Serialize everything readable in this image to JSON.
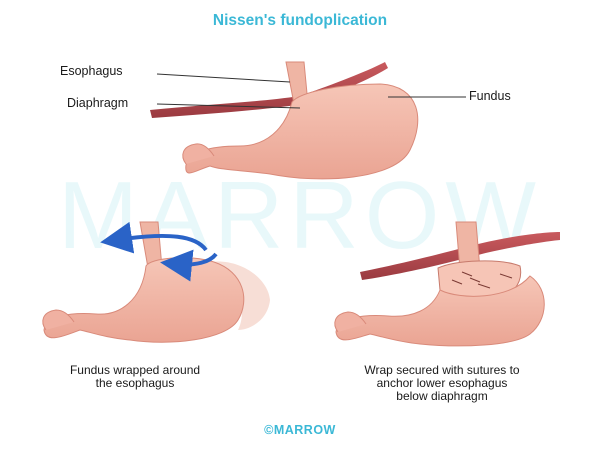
{
  "title": "Nissen's fundoplication",
  "watermark": "MARROW",
  "labels": {
    "esophagus": "Esophagus",
    "diaphragm": "Diaphragm",
    "fundus": "Fundus"
  },
  "captions": {
    "left_line1": "Fundus wrapped around",
    "left_line2": "the esophagus",
    "right_line1": "Wrap secured with sutures to",
    "right_line2": "anchor lower esophagus",
    "right_line3": "below diaphragm"
  },
  "footer": "©MARROW",
  "colors": {
    "title": "#3bb8d6",
    "stomach_fill": "#f3b9a8",
    "stomach_edge": "#d98a7a",
    "diaphragm": "#b84a50",
    "arrow_blue": "#2a63c7",
    "watermark": "#d7f3f7"
  }
}
